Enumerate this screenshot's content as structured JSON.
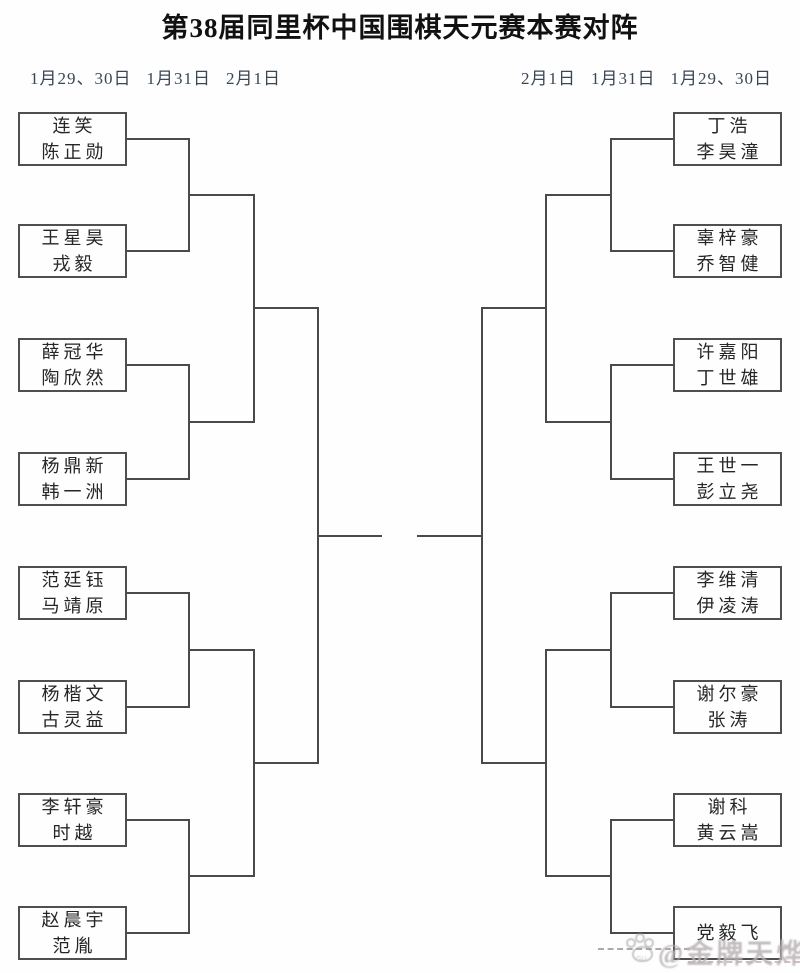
{
  "title": "第38届同里杯中国围棋天元赛本赛对阵",
  "schedule": {
    "left": [
      "1月29、30日",
      "1月31日",
      "2月1日"
    ],
    "right": [
      "2月1日",
      "1月31日",
      "1月29、30日"
    ]
  },
  "bracket": {
    "left": [
      {
        "player1": "连笑",
        "player2": "陈正勋"
      },
      {
        "player1": "王星昊",
        "player2": "戎毅"
      },
      {
        "player1": "薛冠华",
        "player2": "陶欣然"
      },
      {
        "player1": "杨鼎新",
        "player2": "韩一洲"
      },
      {
        "player1": "范廷钰",
        "player2": "马靖原"
      },
      {
        "player1": "杨楷文",
        "player2": "古灵益"
      },
      {
        "player1": "李轩豪",
        "player2": "时越"
      },
      {
        "player1": "赵晨宇",
        "player2": "范胤"
      }
    ],
    "right": [
      {
        "player1": "丁浩",
        "player2": "李昊潼"
      },
      {
        "player1": "辜梓豪",
        "player2": "乔智健"
      },
      {
        "player1": "许嘉阳",
        "player2": "丁世雄"
      },
      {
        "player1": "王世一",
        "player2": "彭立尧"
      },
      {
        "player1": "李维清",
        "player2": "伊凌涛"
      },
      {
        "player1": "谢尔豪",
        "player2": "张涛"
      },
      {
        "player1": "谢科",
        "player2": "黄云嵩"
      },
      {
        "player1": "党毅飞",
        "player2": ""
      }
    ]
  },
  "watermark": {
    "handle": "@金牌天烨",
    "icon_label": "GU"
  },
  "colors": {
    "line": "#4a4a4a",
    "text": "#262626",
    "date_text": "#3a4654",
    "watermark": "#b9b2b4"
  }
}
